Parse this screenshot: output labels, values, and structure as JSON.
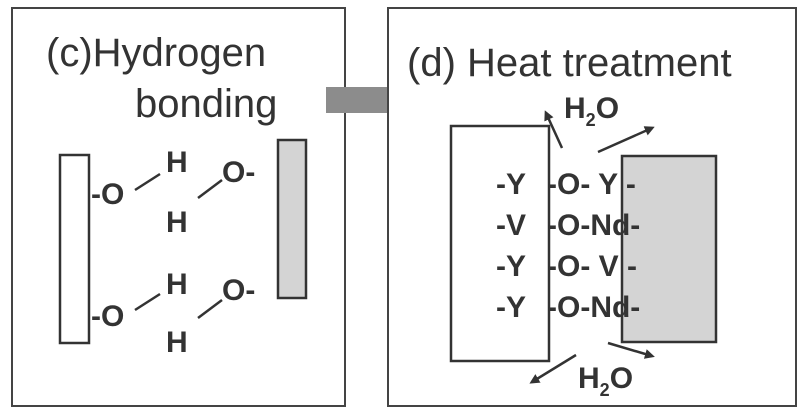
{
  "panel_c": {
    "title_line1": "(c)Hydrogen",
    "title_line2": "bonding",
    "top_left_O": "-O",
    "top_H1": "H",
    "top_H2": "H",
    "top_right_O": "O-",
    "bottom_left_O": "-O",
    "bottom_H1": "H",
    "bottom_H2": "H",
    "bottom_right_O": "O-"
  },
  "panel_d": {
    "title": "(d) Heat treatment",
    "water_top_H": "H",
    "water_top_sub": "2",
    "water_top_O": "O",
    "water_bottom_H": "H",
    "water_bottom_sub": "2",
    "water_bottom_O": "O",
    "rows": [
      {
        "left": "-Y",
        "right": "-O- Y -"
      },
      {
        "left": "-V",
        "right": "-O-Nd-"
      },
      {
        "left": "-Y",
        "right": "-O- V -"
      },
      {
        "left": "-Y",
        "right": "-O-Nd-"
      }
    ]
  },
  "colors": {
    "plate_white": "#ffffff",
    "plate_gray": "#d4d4d4",
    "arrow_gray": "#8c8c8c",
    "ink": "#333333"
  },
  "icons": {
    "transition_arrow": "right-arrow-icon"
  }
}
